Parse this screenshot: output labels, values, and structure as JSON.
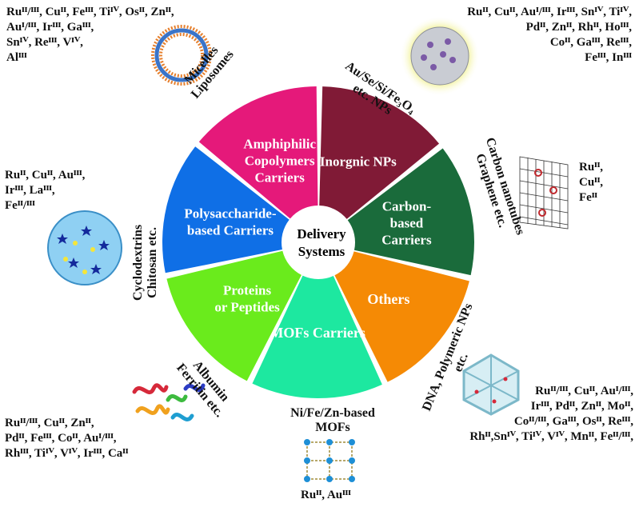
{
  "center": {
    "line1": "Delivery",
    "line2": "Systems"
  },
  "sectors": [
    {
      "id": "amphiphilic",
      "lines": [
        "Amphiphilic",
        "Copolymers",
        "Carriers"
      ],
      "color": "#e5197a"
    },
    {
      "id": "inorganic",
      "lines": [
        "Inorgnic NPs"
      ],
      "color": "#801a36"
    },
    {
      "id": "carbon",
      "lines": [
        "Carbon-",
        "based",
        "Carriers"
      ],
      "color": "#1a6b3b"
    },
    {
      "id": "others",
      "lines": [
        "Others"
      ],
      "color": "#f58a05"
    },
    {
      "id": "mofs",
      "lines": [
        "MOFs Carriers"
      ],
      "color": "#1de8a0"
    },
    {
      "id": "proteins",
      "lines": [
        "Proteins",
        "or Peptides"
      ],
      "color": "#6aeb1c"
    },
    {
      "id": "polysaccharide",
      "lines": [
        "Polysaccharide-",
        "based Carriers"
      ],
      "color": "#0f6fe6"
    }
  ],
  "outer_labels": {
    "micelles": "Micelles\nLiposomes",
    "inorganic_np": "Au/Se/Si/Fe₃O₄\netc. NPs",
    "carbon": "Carbon nanotubes\nGraphene etc.",
    "dna": "DNA, Polymeric NPs\netc.",
    "mofs": "Ni/Fe/Zn-based\nMOFs",
    "albumin": "Albumin\nFerritin etc.",
    "cyclodextrins": "Cyclodextrins\nChitosan etc."
  },
  "metal_lists": {
    "top_left": "Ruᴵᴵ/ᴵᴵᴵ, Cuᴵᴵ, Feᴵᴵᴵ, Tiᴵⱽ, Osᴵᴵ, Znᴵᴵ,\nAuᴵ/ᴵᴵᴵ, Irᴵᴵᴵ, Gaᴵᴵᴵ,\nSnᴵⱽ, Reᴵᴵᴵ, Vᴵⱽ,\nAlᴵᴵᴵ",
    "top_right": "Ruᴵᴵ, Cuᴵᴵ, Auᴵ/ᴵᴵᴵ, Irᴵᴵᴵ, Snᴵⱽ, Tiᴵⱽ,\nPdᴵᴵ, Znᴵᴵ, Rhᴵᴵ, Hoᴵᴵᴵ,\nCoᴵᴵ, Gaᴵᴵᴵ, Reᴵᴵᴵ,\nFeᴵᴵᴵ, Inᴵᴵᴵ",
    "carbon_right": "Ruᴵᴵ,\nCuᴵᴵ,\nFeᴵᴵ",
    "left": "Ruᴵᴵ, Cuᴵᴵ, Auᴵᴵᴵ,\nIrᴵᴵᴵ, Laᴵᴵᴵ,\nFeᴵᴵ/ᴵᴵᴵ",
    "bottom_right": "Ruᴵᴵ/ᴵᴵᴵ, Cuᴵᴵ, Auᴵ/ᴵᴵᴵ,\nIrᴵᴵᴵ, Pdᴵᴵ, Znᴵᴵ, Moᴵᴵ,\nCoᴵᴵ/ᴵᴵᴵ, Gaᴵᴵᴵ, Osᴵᴵ, Reᴵᴵᴵ,\nRhᴵᴵ,Snᴵⱽ, Tiᴵⱽ, Vᴵⱽ, Mnᴵᴵ, Feᴵᴵ/ᴵᴵᴵ,",
    "bottom_left": "Ruᴵᴵ/ᴵᴵᴵ, Cuᴵᴵ, Znᴵᴵ,\nPdᴵᴵ, Feᴵᴵᴵ, Coᴵᴵ, Auᴵ/ᴵᴵᴵ,\nRhᴵᴵᴵ, Tiᴵⱽ, Vᴵⱽ, Irᴵᴵᴵ, Caᴵᴵ",
    "bottom_center": "Ruᴵᴵ, Auᴵᴵᴵ"
  }
}
